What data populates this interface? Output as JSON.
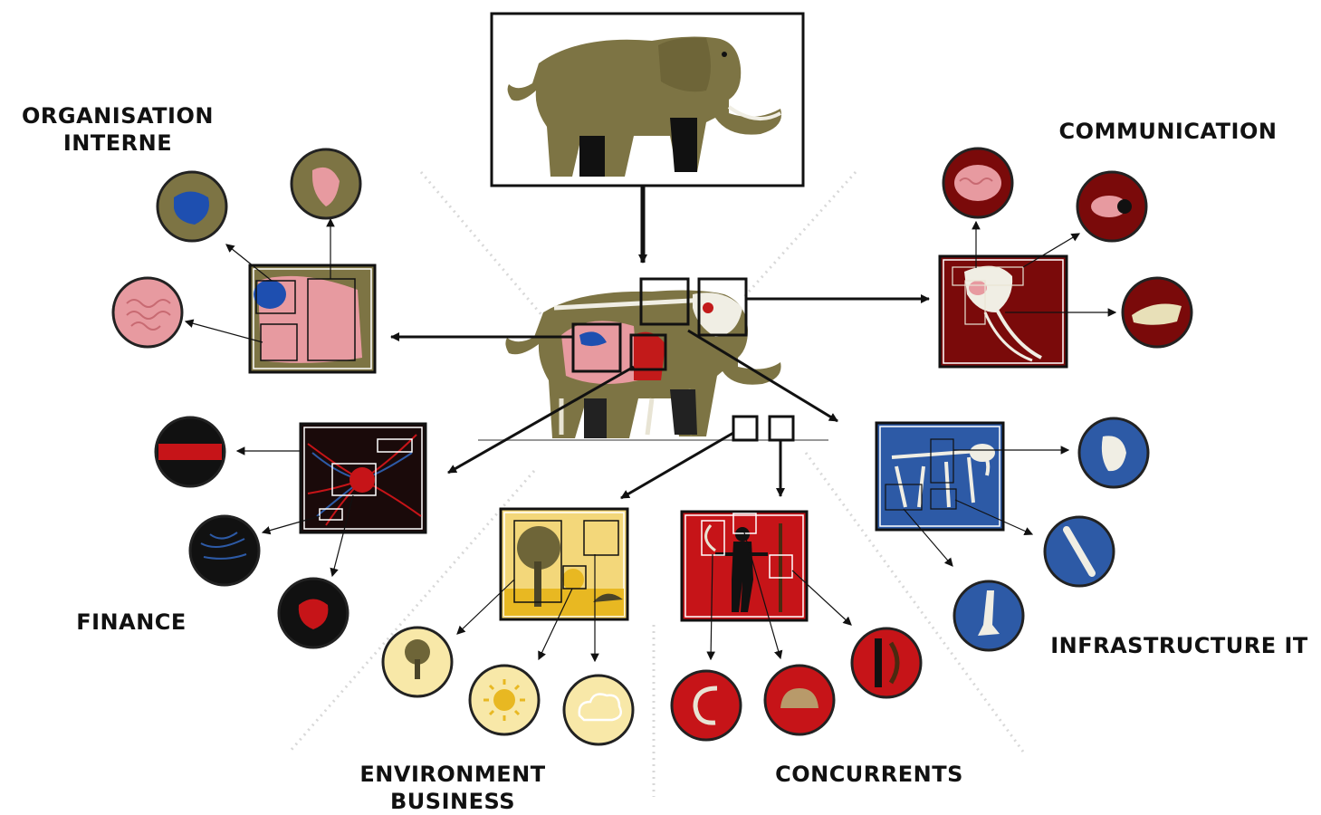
{
  "labels": {
    "organisation_line1": "ORGANISATION",
    "organisation_line2": "INTERNE",
    "communication": "COMMUNICATION",
    "finance": "FINANCE",
    "infrastructure": "INFRASTRUCTURE IT",
    "environment_line1": "ENVIRONMENT",
    "environment_line2": "BUSINESS",
    "concurrents": "CONCURRENTS"
  },
  "colors": {
    "elephant": "#7d7444",
    "organisation_bg": "#7d7444",
    "communication_bg": "#7a0a0a",
    "finance_bg": "#1a0a0a",
    "infrastructure_bg": "#2d5aa6",
    "environment_bg": "#f3d77a",
    "concurrents_bg": "#c61418"
  }
}
